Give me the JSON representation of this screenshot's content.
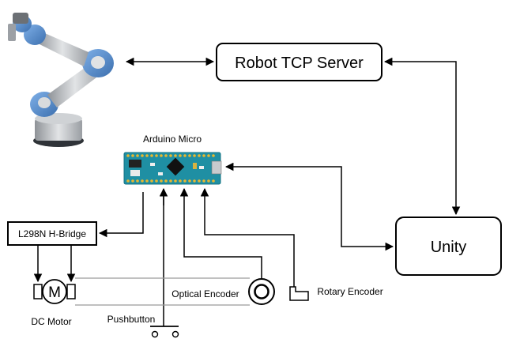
{
  "nodes": {
    "robot_tcp_server": "Robot TCP Server",
    "unity": "Unity",
    "arduino_micro": "Arduino Micro",
    "h_bridge": "L298N H-Bridge",
    "dc_motor": "DC Motor",
    "motor_symbol": "M",
    "optical_encoder": "Optical Encoder",
    "rotary_encoder": "Rotary Encoder",
    "pushbutton": "Pushbutton"
  },
  "colors": {
    "line": "#000000",
    "board": "#1f8fa3",
    "board_dark": "#157383",
    "pin": "#e8b830",
    "chip": "#111111",
    "robot_body": "#b9bcc0",
    "robot_joint": "#5a8fcf",
    "robot_base": "#3a3f45",
    "motor_gray": "#808080"
  }
}
